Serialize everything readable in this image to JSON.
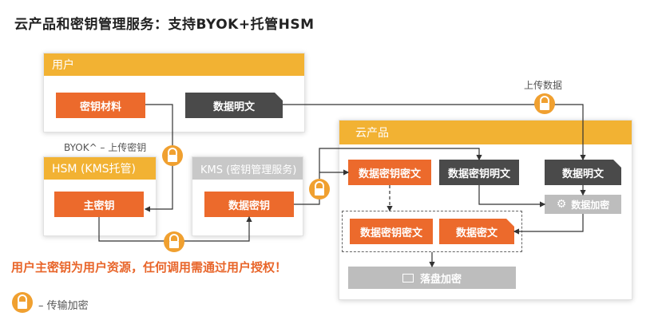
{
  "title": "云产品和密钥管理服务：支持BYOK+托管HSM",
  "user_panel": {
    "header": "用户",
    "key_material": "密钥材料",
    "plaintext_data": "数据明文"
  },
  "byok_label": "BYOK^ – 上传密钥",
  "hsm_panel": {
    "header": "HSM (KMS托管)",
    "master_key": "主密钥"
  },
  "kms_panel": {
    "header": "KMS (密钥管理服务)",
    "data_key": "数据密钥"
  },
  "upload_label": "上传数据",
  "cloud_panel": {
    "header": "云产品",
    "data_key_cipher": "数据密钥密文",
    "data_key_plain": "数据密钥明文",
    "data_plain": "数据明文",
    "data_encrypt": "数据加密",
    "stored_data_key_cipher": "数据密钥密文",
    "data_cipher": "数据密文",
    "disk_storage": "落盘加密"
  },
  "warning": "用户主密钥为用户资源，任何调用需通过用户授权！",
  "legend_label": "– 传输加密",
  "colors": {
    "orange": "#ec6a2c",
    "yellow": "#f2b233",
    "dark": "#4a4a4a",
    "lock": "#f0a030"
  },
  "icons": [
    "lock-icon",
    "gear-icon",
    "storage-icon"
  ]
}
